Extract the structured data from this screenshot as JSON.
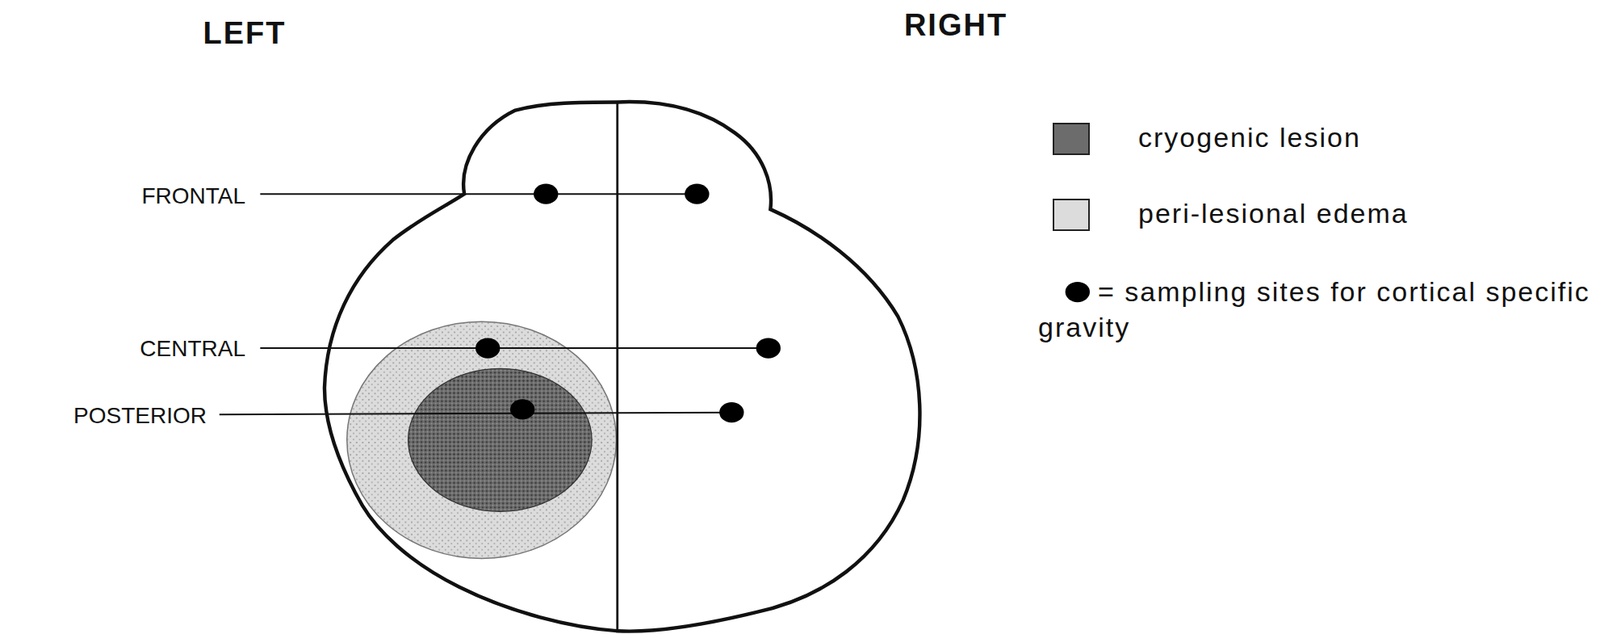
{
  "diagram": {
    "labels": [
      "LEFT",
      "RIGHT",
      "FRONTAL",
      "CENTRAL",
      "POSTERIOR"
    ],
    "legend": [
      {
        "text": "cryogenic lesion",
        "color": "#6c6c6c"
      },
      {
        "text": "peri-lesional edema",
        "color": "#dcdcdc"
      },
      {
        "text": "= sampling sites for cortical specific gravity"
      }
    ]
  }
}
